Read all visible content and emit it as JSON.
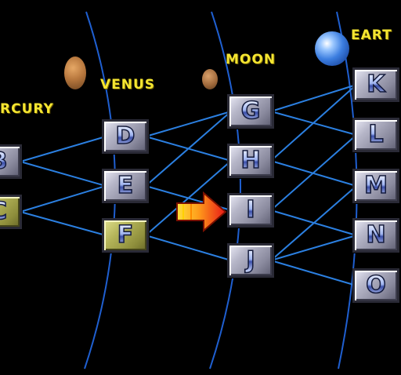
{
  "planets": {
    "mercury": {
      "label": "RCURY"
    },
    "venus": {
      "label": "VENUS"
    },
    "moon": {
      "label": "MOON"
    },
    "earth": {
      "label": "EART"
    }
  },
  "stages": {
    "b": {
      "letter": "B"
    },
    "c": {
      "letter": "C"
    },
    "d": {
      "letter": "D"
    },
    "e": {
      "letter": "E"
    },
    "f": {
      "letter": "F"
    },
    "g": {
      "letter": "G"
    },
    "h": {
      "letter": "H"
    },
    "i": {
      "letter": "I"
    },
    "j": {
      "letter": "J"
    },
    "k": {
      "letter": "K"
    },
    "l": {
      "letter": "L"
    },
    "m": {
      "letter": "M"
    },
    "n": {
      "letter": "N"
    },
    "o": {
      "letter": "O"
    }
  },
  "colors": {
    "label": "#f4e531",
    "route_line": "#2b7fe0",
    "orbit": "#1f5fd0",
    "selected_stage": "#b5b55a"
  }
}
